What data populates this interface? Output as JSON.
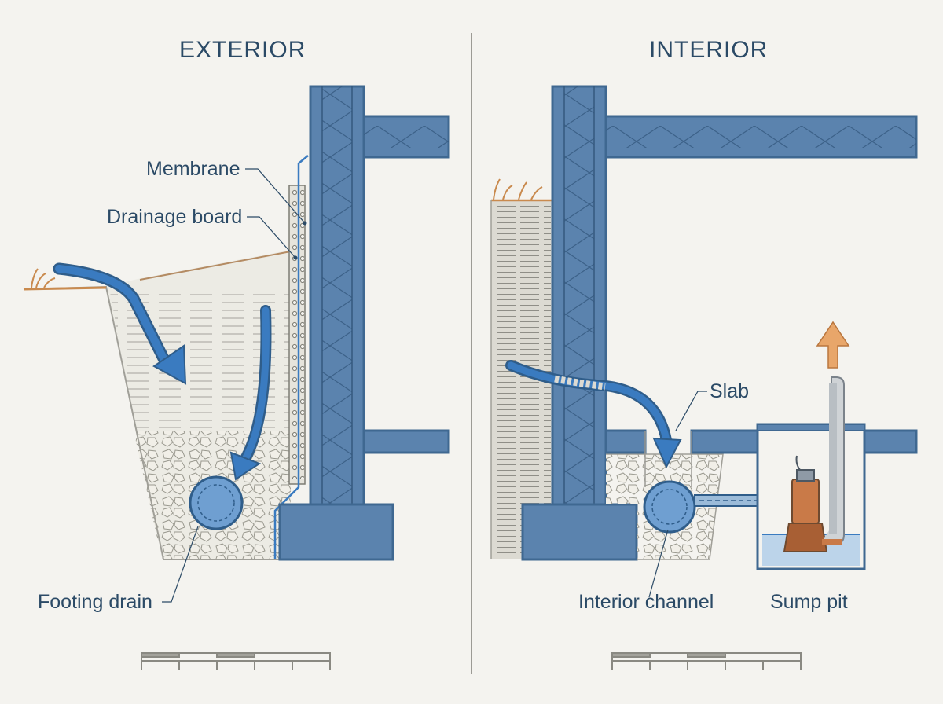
{
  "panels": {
    "exterior": {
      "title": "EXTERIOR",
      "labels": {
        "membrane": "Membrane",
        "drainage_board": "Drainage board",
        "footing_drain": "Footing drain"
      }
    },
    "interior": {
      "title": "INTERIOR",
      "labels": {
        "slab": "Slab",
        "interior_channel": "Interior channel",
        "sump_pit": "Sump pit"
      }
    }
  },
  "colors": {
    "background": "#f4f3ef",
    "structure": "#5b83ae",
    "structure_outline": "#3f6891",
    "water_arrow": "#3a7bc0",
    "discharge_arrow": "#e8a66a",
    "pump": "#c97a48",
    "grass": "#c98a4e",
    "gravel": "#dcdad2",
    "soil": "#ecebe4",
    "label_text": "#2b4a66"
  },
  "icons": [
    "water-flow-arrow",
    "discharge-arrow",
    "sump-pump-icon",
    "grass-tuft-icon",
    "scale-bar"
  ]
}
